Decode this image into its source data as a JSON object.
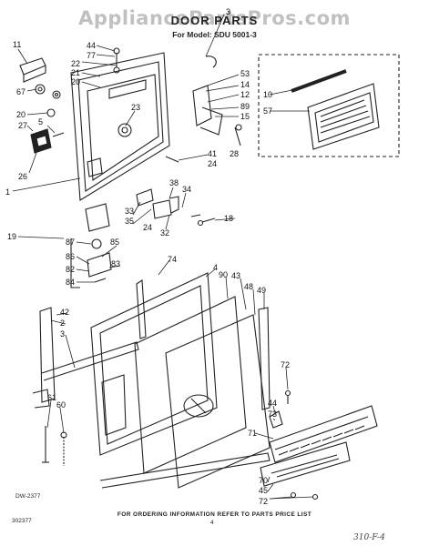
{
  "watermark": "AppliancePartsPros.com",
  "title": "DOOR PARTS",
  "subtitle": "For Model: SDU 5001-3",
  "footer": "FOR ORDERING INFORMATION REFER TO PARTS PRICE LIST",
  "diagram_code": "DW-2377",
  "doc_code": "302377",
  "page_number": "4",
  "handwritten_note": "310-F-4",
  "callouts": {
    "c11": "11",
    "c44a": "44",
    "c77": "77",
    "c22": "22",
    "c21": "21",
    "c20a": "20",
    "c67": "67",
    "c20b": "20",
    "c5": "5",
    "c27": "27",
    "c26": "26",
    "c1": "1",
    "c23": "23",
    "c3": "3",
    "c53": "53",
    "c14": "14",
    "c12": "12",
    "c89": "89",
    "c15": "15",
    "c10": "10",
    "c57": "57",
    "c28": "28",
    "c41": "41",
    "c24a": "24",
    "c38": "38",
    "c34": "34",
    "c33": "33",
    "c35": "35",
    "c24b": "24",
    "c32": "32",
    "c18": "18",
    "c19": "19",
    "c87": "87",
    "c85": "85",
    "c86": "86",
    "c83": "83",
    "c82": "82",
    "c84": "84",
    "c74": "74",
    "c4": "4",
    "c90": "90",
    "c43": "43",
    "c48": "48",
    "c49": "49",
    "c42": "42",
    "c2": "2",
    "c3b": "3",
    "c72a": "72",
    "c44b": "44",
    "c73": "73",
    "c71": "71",
    "c61": "61",
    "c60": "60",
    "c70": "70",
    "c45": "45",
    "c72b": "72"
  }
}
